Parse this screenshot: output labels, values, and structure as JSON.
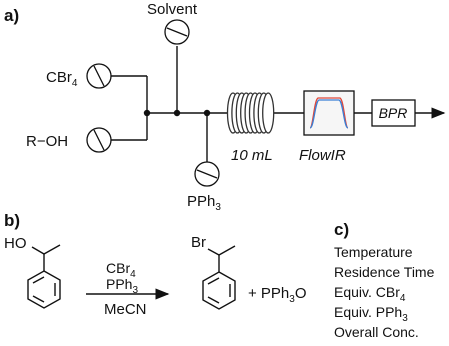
{
  "panel_a": {
    "label": "a)",
    "reagent_cbr4": "CBr",
    "reagent_cbr4_sub": "4",
    "reagent_roh": "R−OH",
    "solvent": "Solvent",
    "reagent_pph3": "PPh",
    "reagent_pph3_sub": "3",
    "coil_volume": "10 mL",
    "flowir": "FlowIR",
    "bpr": "BPR"
  },
  "panel_b": {
    "label": "b)",
    "start_oh": "HO",
    "cond_cbr4": "CBr",
    "cond_cbr4_sub": "4",
    "cond_pph3": "PPh",
    "cond_pph3_sub": "3",
    "solvent": "MeCN",
    "product_br": "Br",
    "byproduct_prefix": "+ PPh",
    "byproduct_sub": "3",
    "byproduct_suffix": "O"
  },
  "panel_c": {
    "label": "c)",
    "items": [
      {
        "text": "Temperature",
        "sub": "",
        "suffix": ""
      },
      {
        "text": "Residence Time",
        "sub": "",
        "suffix": ""
      },
      {
        "text": "Equiv. CBr",
        "sub": "4",
        "suffix": ""
      },
      {
        "text": "Equiv. PPh",
        "sub": "3",
        "suffix": ""
      },
      {
        "text": "Overall Conc.",
        "sub": "",
        "suffix": ""
      }
    ]
  },
  "colors": {
    "ir_red": "#e0483a",
    "ir_blue": "#3a7fd5",
    "coil": "#333333"
  }
}
